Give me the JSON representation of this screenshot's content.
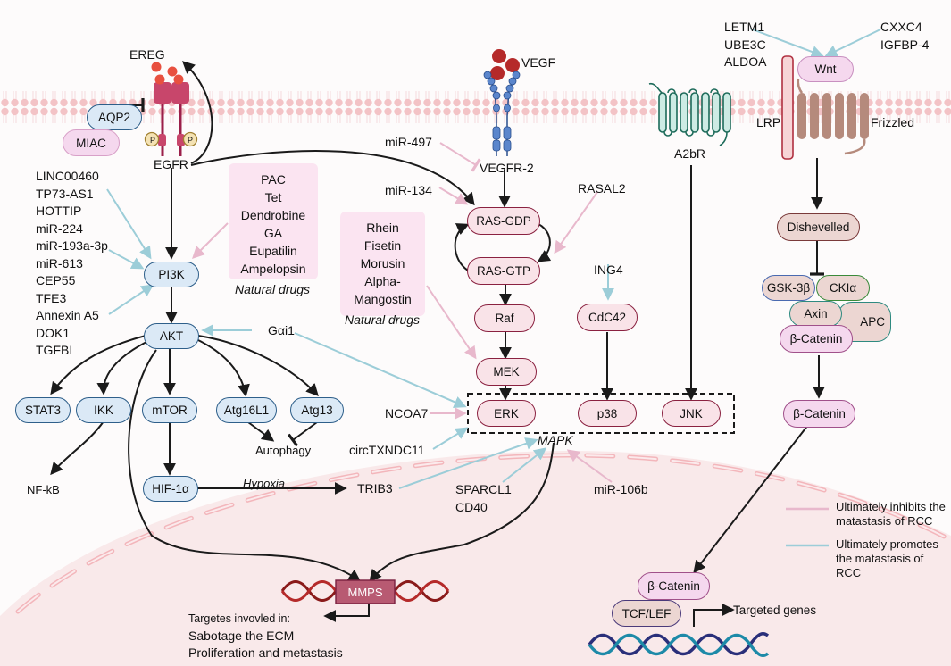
{
  "membrane_labels": {
    "ereg": "EREG",
    "egfr": "EGFR",
    "vegf": "VEGF",
    "vegfr2": "VEGFR-2",
    "a2br": "A2bR",
    "lrp": "LRP",
    "frizzled": "Frizzled",
    "phospho": "P"
  },
  "nodes": {
    "aqp2": "AQP2",
    "miac": "MIAC",
    "pi3k": "PI3K",
    "akt": "AKT",
    "stat3": "STAT3",
    "ikk": "IKK",
    "mtor": "mTOR",
    "atg16l1": "Atg16L1",
    "atg13": "Atg13",
    "hif1a": "HIF-1α",
    "ras_gdp": "RAS-GDP",
    "ras_gtp": "RAS-GTP",
    "raf": "Raf",
    "mek": "MEK",
    "erk": "ERK",
    "p38": "p38",
    "jnk": "JNK",
    "cdc42": "CdC42",
    "wnt": "Wnt",
    "dishevelled": "Dishevelled",
    "gsk3b": "GSK-3β",
    "ckia": "CKIα",
    "axin": "Axin",
    "apc": "APC",
    "bcat_complex": "β-Catenin",
    "bcat_free": "β-Catenin",
    "bcat_nuclear": "β-Catenin",
    "tcf_lef": "TCF/LEF",
    "mmps": "MMPS"
  },
  "labels": {
    "pi3k_regulators": [
      "LINC00460",
      "TP73-AS1",
      "HOTTIP",
      "miR-224",
      "miR-193a-3p",
      "miR-613",
      "CEP55",
      "TFE3",
      "Annexin A5",
      "DOK1",
      "TGFBI"
    ],
    "wnt_regulators_left": [
      "LETM1",
      "UBE3C",
      "ALDOA"
    ],
    "wnt_regulators_right": [
      "CXXC4",
      "IGFBP-4"
    ],
    "gai1": "Gαi1",
    "mir497": "miR-497",
    "mir134": "miR-134",
    "rasal2": "RASAL2",
    "ing4": "ING4",
    "ncoa7": "NCOA7",
    "circtxndc11": "circTXNDC11",
    "trib3": "TRIB3",
    "sparcl1_cd40": [
      "SPARCL1",
      "CD40"
    ],
    "mir106b": "miR-106b",
    "mapk": "MAPK",
    "nfkb": "NF-kB",
    "autophagy": "Autophagy",
    "hypoxia": "Hypoxia",
    "targeted_genes": "Targeted genes",
    "mmps_targets": [
      "Targetes invovled in:",
      "Sabotage the ECM",
      "Proliferation and metastasis"
    ]
  },
  "natural_drugs": {
    "group1": [
      "PAC",
      "Tet",
      "Dendrobine",
      "GA",
      "Eupatilin",
      "Ampelopsin"
    ],
    "group2": [
      "Rhein",
      "Fisetin",
      "Morusin",
      "Alpha-",
      "Mangostin"
    ],
    "caption": "Natural drugs"
  },
  "legend": {
    "inhibits": {
      "label": "Ultimately inhibits the matastasis of RCC",
      "color": "#e8b8cc"
    },
    "promotes": {
      "label": "Ultimately promotes the matastasis of RCC",
      "color": "#9ccdd8"
    }
  },
  "colors": {
    "membrane": "#f3c3c6",
    "nucleus": "#f9e9ea",
    "inhibit_arrow": "#e8b8cc",
    "promote_arrow": "#9ccdd8",
    "black_arrow": "#1a1a1a"
  }
}
